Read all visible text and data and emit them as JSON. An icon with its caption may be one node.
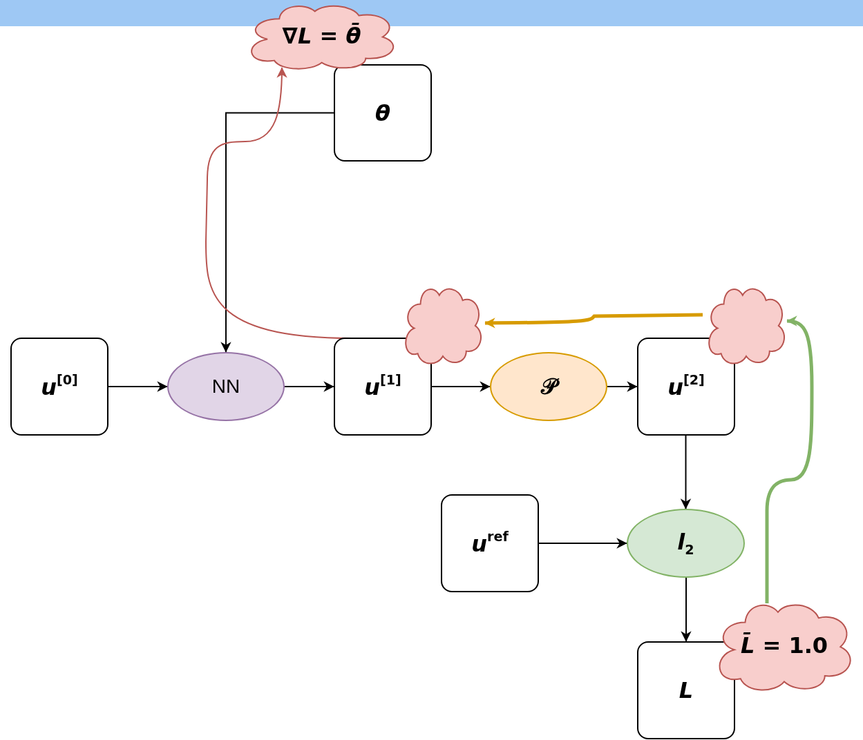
{
  "diagram": {
    "nodes": [
      {
        "text": [
          "∇*L* = *θ̄*"
        ]
      },
      {
        "text": [
          "*θ*"
        ]
      },
      {
        "text": [
          "*u*$^{[0]}$"
        ]
      },
      {
        "text": [
          "NN"
        ]
      },
      {
        "text": [
          "*u*$^{[1]}$"
        ]
      },
      {
        "text": [],
        "shape": "cloud"
      },
      {
        "text": [
          "𝒫"
        ]
      },
      {
        "text": [],
        "shape": "cloud"
      },
      {
        "text": [
          "*u*$^{[2]}$"
        ]
      },
      {
        "text": [
          "*u*$^{ref}$"
        ]
      },
      {
        "text": [
          "*l*$_{2}$"
        ]
      },
      {
        "text": [
          "*L̄* = 1.0"
        ]
      },
      {
        "text": [
          "*L*"
        ]
      }
    ],
    "edges": [
      {
        "from": 1,
        "to": 3,
        "arrow": "to"
      },
      {
        "from": 2,
        "to": 3,
        "arrow": "to"
      },
      {
        "from": 3,
        "to": 4,
        "arrow": "to"
      },
      {
        "from": 4,
        "to": 6,
        "arrow": "to"
      },
      {
        "from": 6,
        "to": 8,
        "arrow": "to"
      },
      {
        "from": 8,
        "to": 10,
        "arrow": "to"
      },
      {
        "from": 9,
        "to": 10,
        "arrow": "to"
      },
      {
        "from": 10,
        "to": 12,
        "arrow": "to"
      },
      {
        "from": 5,
        "to": 0,
        "arrow": "to",
        "color": "#b85450"
      },
      {
        "from": 7,
        "to": 5,
        "arrow": "to",
        "style": "thick",
        "color": "#d79b00"
      },
      {
        "from": 11,
        "to": 7,
        "arrow": "to",
        "style": "thick",
        "color": "#82b366"
      }
    ]
  }
}
